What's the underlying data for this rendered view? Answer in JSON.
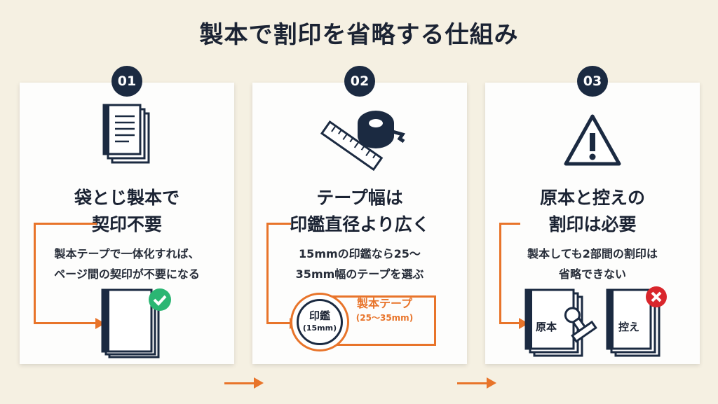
{
  "title": "製本で割印を省略する仕組み",
  "steps": [
    {
      "number": "01",
      "heading1": "袋とじ製本で",
      "heading2": "契印不要",
      "body1": "製本テープで一体化すれば、",
      "body2": "ページ間の契印が不要になる",
      "icon": "document-icon"
    },
    {
      "number": "02",
      "heading1": "テープ幅は",
      "heading2": "印鑑直径より広く",
      "body1": "15mmの印鑑なら25〜",
      "body2": "35mm幅のテープを選ぶ",
      "seal_label": "印鑑",
      "seal_size": "(15mm)",
      "tape_label": "製本テープ",
      "tape_size": "(25〜35mm)",
      "icon": "ruler-tape-icon"
    },
    {
      "number": "03",
      "heading1": "原本と控えの",
      "heading2": "割印は必要",
      "body1": "製本しても2部間の割印は",
      "body2": "省略できない",
      "original_label": "原本",
      "copy_label": "控え",
      "icon": "warning-icon"
    }
  ],
  "colors": {
    "accent": "#e8742a",
    "navy": "#1b2a41",
    "check": "#2bb673",
    "cross": "#d9262c"
  }
}
